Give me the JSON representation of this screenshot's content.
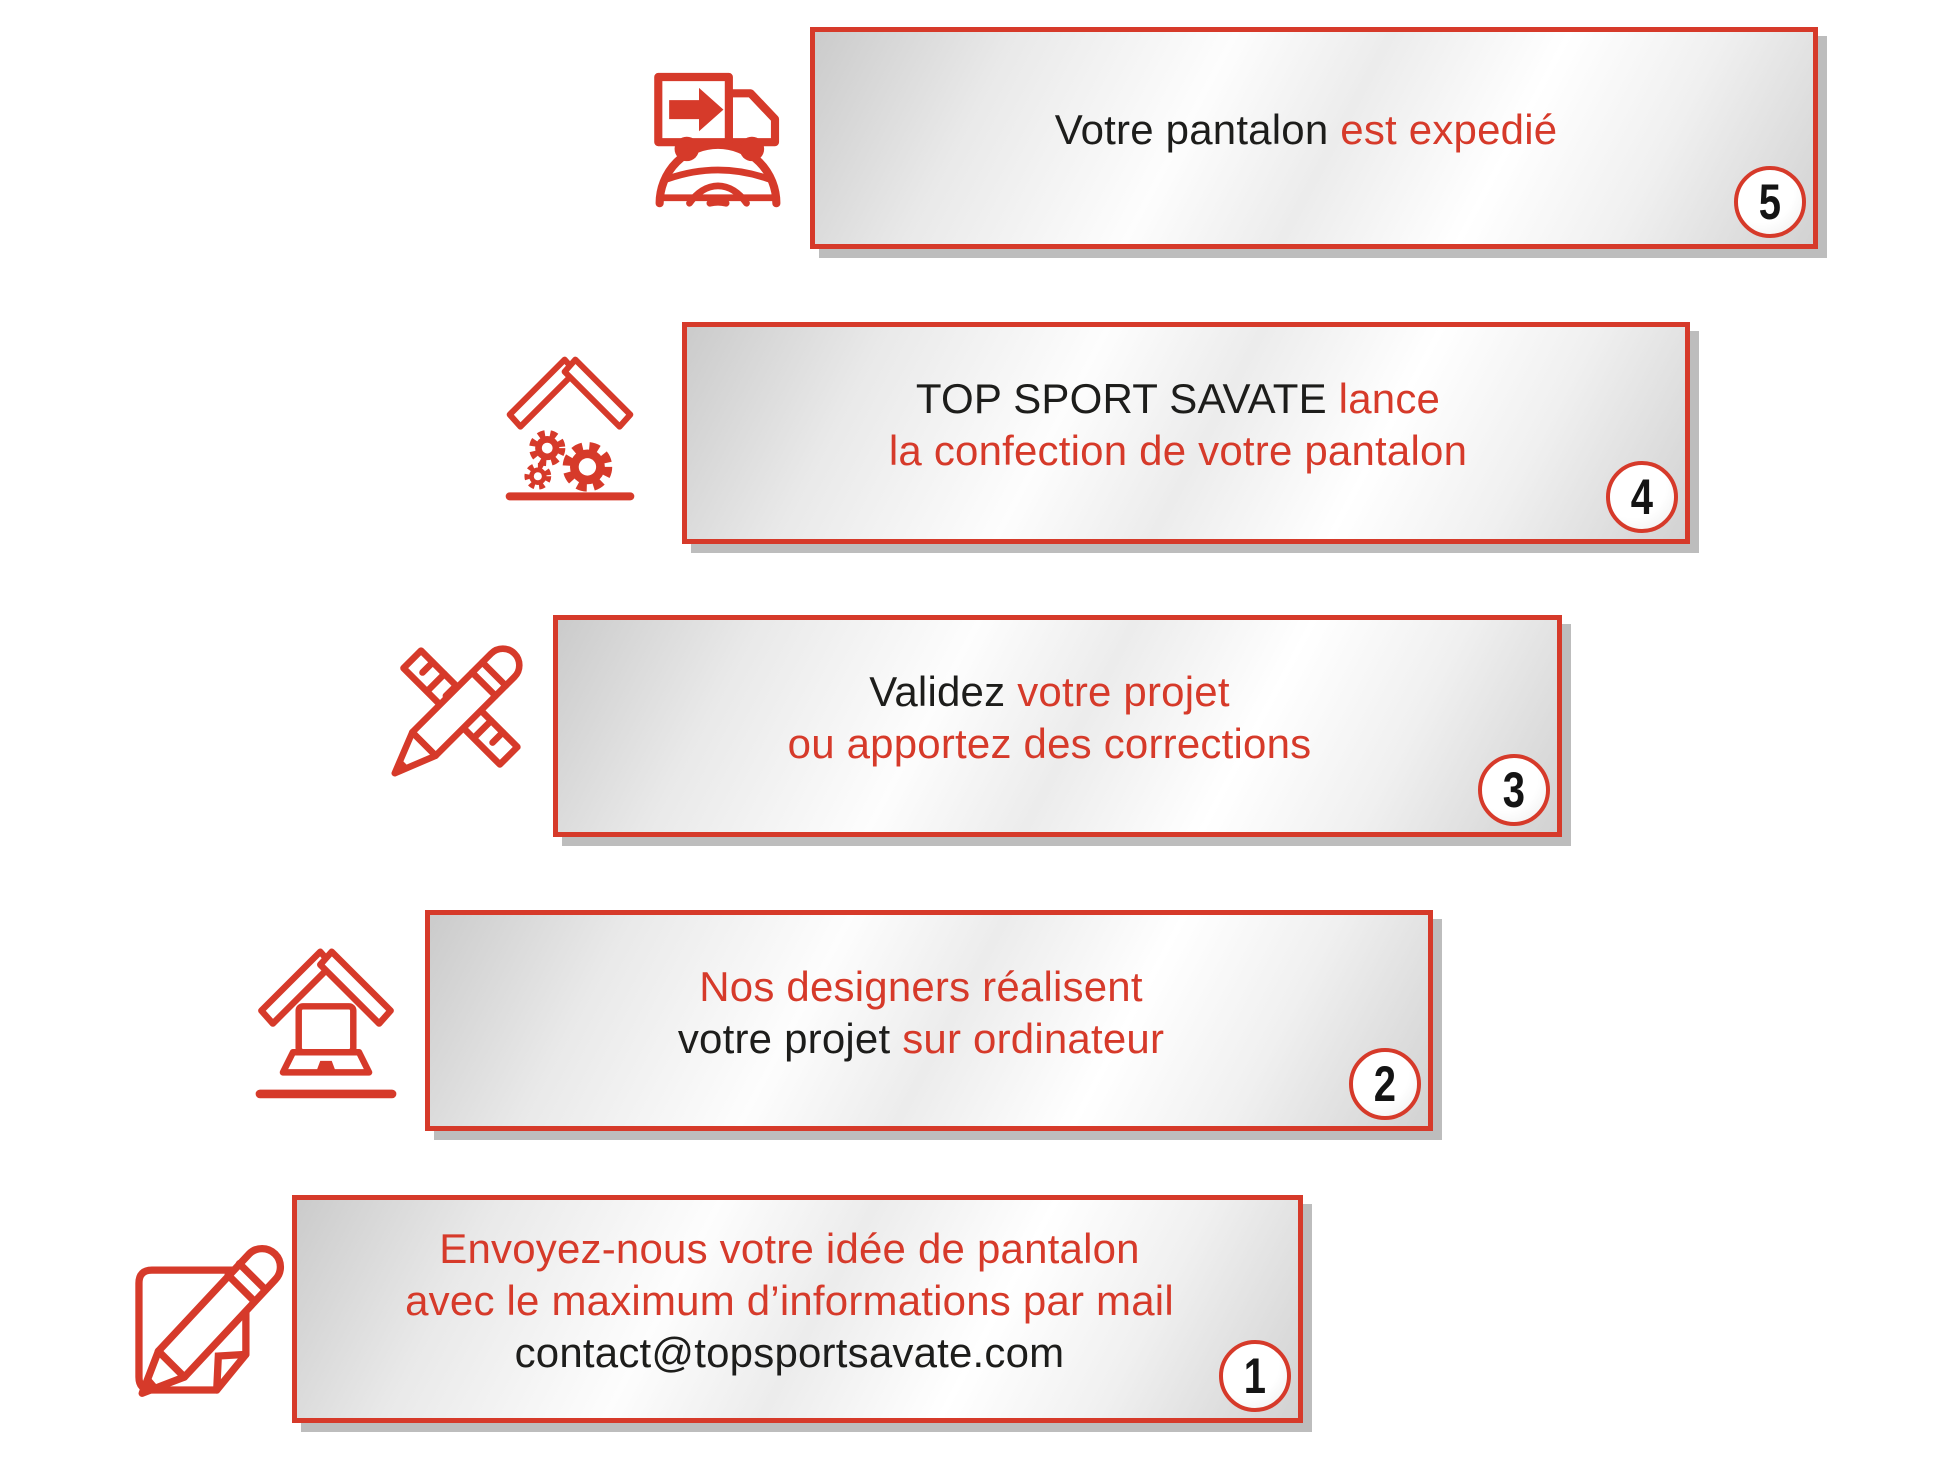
{
  "colors": {
    "accent_red": "#d63a2a",
    "text_black": "#1d1d1b",
    "panel_shadow": "#bdbdbd",
    "badge_number_color": "#141414"
  },
  "steps": [
    {
      "number": "1",
      "icon": "note-pencil-icon",
      "lines": [
        {
          "segments": [
            {
              "text": "Envoyez-nous votre idée de pantalon",
              "color": "#d63a2a"
            }
          ]
        },
        {
          "segments": [
            {
              "text": "avec le maximum d’informations par mail",
              "color": "#d63a2a"
            }
          ]
        },
        {
          "segments": [
            {
              "text": "contact@topsportsavate.com",
              "color": "#1d1d1b"
            }
          ]
        }
      ]
    },
    {
      "number": "2",
      "icon": "house-laptop-icon",
      "lines": [
        {
          "segments": [
            {
              "text": "Nos designers réalisent",
              "color": "#d63a2a"
            }
          ]
        },
        {
          "segments": [
            {
              "text": "votre projet ",
              "color": "#1d1d1b"
            },
            {
              "text": "sur ordinateur",
              "color": "#d63a2a"
            }
          ]
        }
      ]
    },
    {
      "number": "3",
      "icon": "ruler-pencil-icon",
      "lines": [
        {
          "segments": [
            {
              "text": "Validez ",
              "color": "#1d1d1b"
            },
            {
              "text": "votre projet",
              "color": "#d63a2a"
            }
          ]
        },
        {
          "segments": [
            {
              "text": "ou apportez des corrections",
              "color": "#d63a2a"
            }
          ]
        }
      ]
    },
    {
      "number": "4",
      "icon": "house-gears-icon",
      "lines": [
        {
          "segments": [
            {
              "text": "TOP SPORT SAVATE ",
              "color": "#1d1d1b"
            },
            {
              "text": "lance",
              "color": "#d63a2a"
            }
          ]
        },
        {
          "segments": [
            {
              "text": "la confection de votre pantalon",
              "color": "#d63a2a"
            }
          ]
        }
      ]
    },
    {
      "number": "5",
      "icon": "truck-globe-icon",
      "lines": [
        {
          "segments": [
            {
              "text": "Votre pantalon ",
              "color": "#1d1d1b"
            },
            {
              "text": "est expedié",
              "color": "#d63a2a"
            }
          ]
        }
      ]
    }
  ]
}
